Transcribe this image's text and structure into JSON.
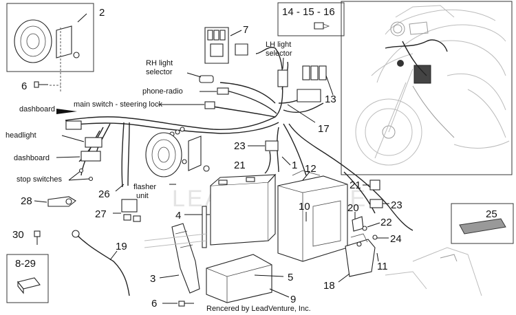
{
  "diagram": {
    "footer": "Rencered by LeadVenture, Inc.",
    "watermark": "LEADVENTURE",
    "labels": {
      "rh_light_1": "RH light",
      "rh_light_2": "selector",
      "lh_light_1": "LH light",
      "lh_light_2": "selector",
      "phone_radio": "phone-radio",
      "main_switch": "main switch - steering lock",
      "dashboard_top": "dashboard",
      "headlight": "headlight",
      "dashboard": "dashboard",
      "stop_switches": "stop switches",
      "flasher_1": "flasher",
      "flasher_2": "unit"
    },
    "numbers": {
      "n2": "2",
      "n7": "7",
      "n14_16": "14 - 15 - 16",
      "n6a": "6",
      "n13": "13",
      "n17": "17",
      "n23a": "23",
      "n21a": "21",
      "n1": "1",
      "n12": "12",
      "n26": "26",
      "n21b": "21",
      "n28": "28",
      "n10": "10",
      "n20": "20",
      "n23b": "23",
      "n25": "25",
      "n27": "27",
      "n4": "4",
      "n22": "22",
      "n30": "30",
      "n24": "24",
      "n19": "19",
      "n8_29": "8-29",
      "n11": "11",
      "n3": "3",
      "n5": "5",
      "n18": "18",
      "n9": "9",
      "n6b": "6"
    }
  }
}
